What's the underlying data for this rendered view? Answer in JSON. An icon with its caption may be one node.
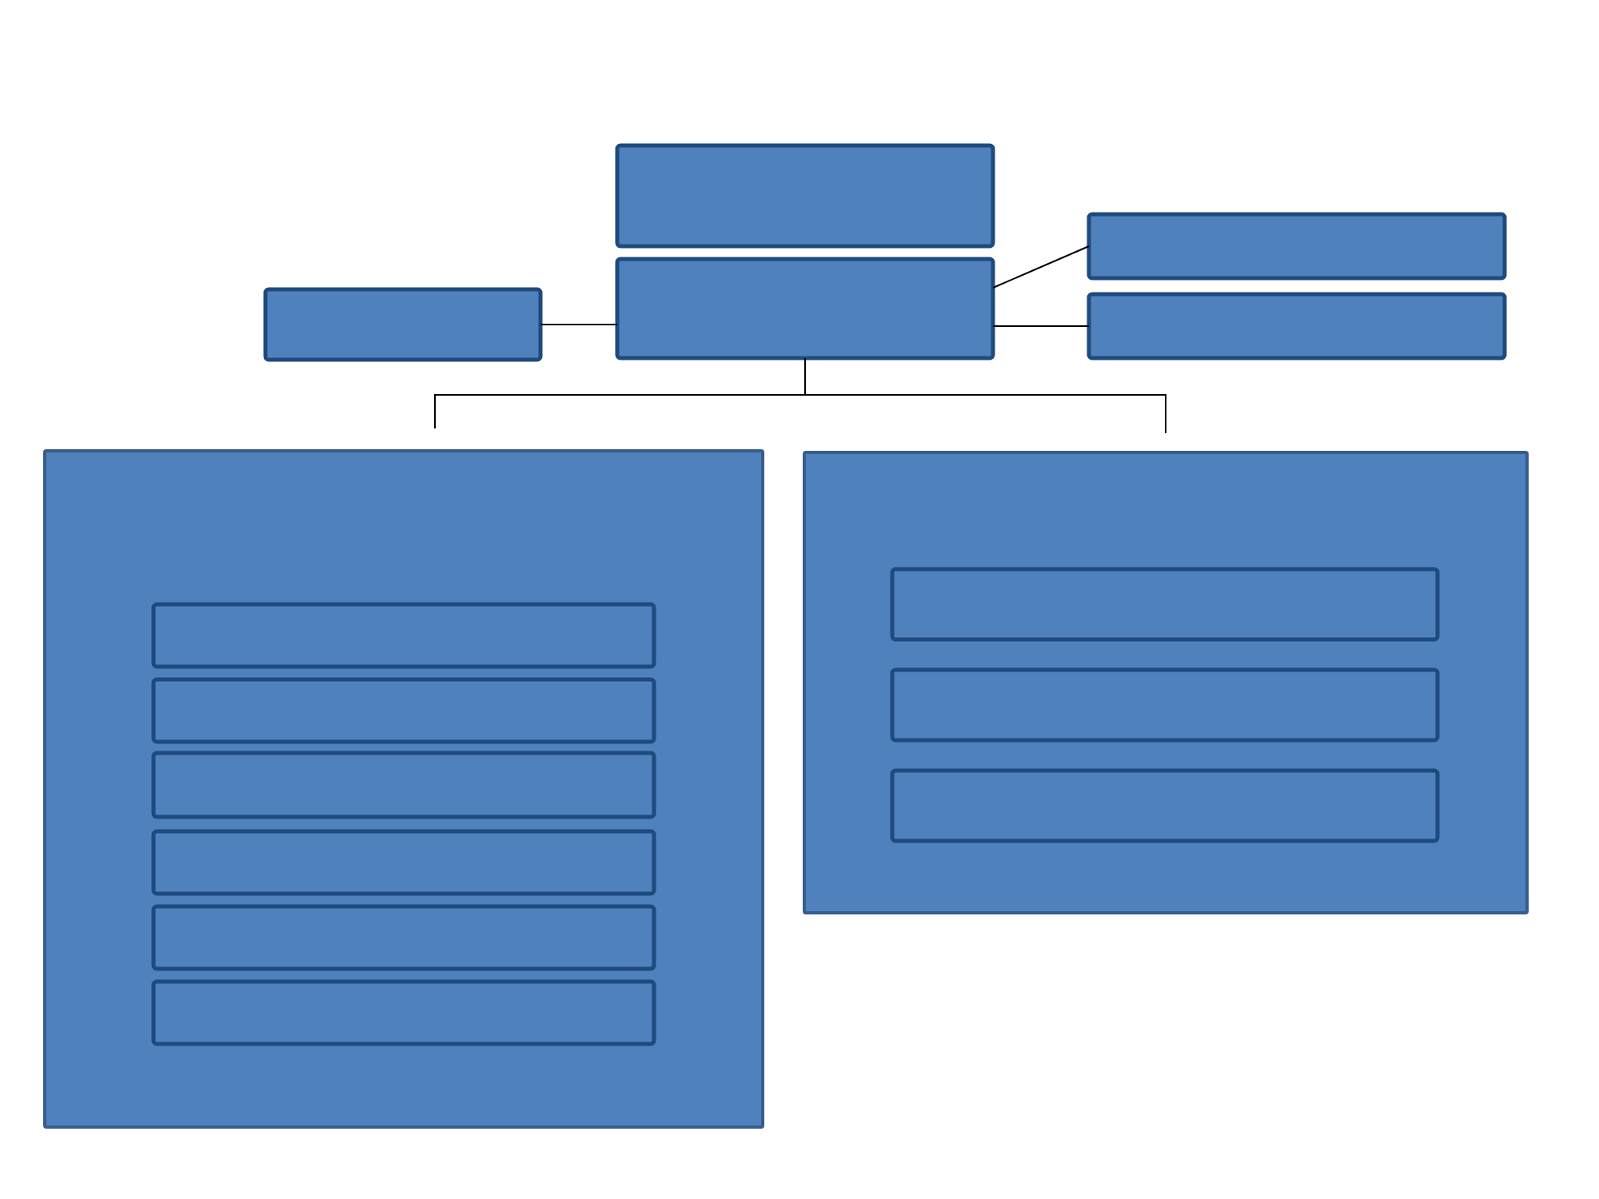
{
  "diagram": {
    "nodes": [
      {
        "text": [],
        "shape": "box"
      },
      {
        "text": [],
        "shape": "box"
      },
      {
        "text": [],
        "shape": "box"
      },
      {
        "text": [],
        "shape": "box"
      },
      {
        "text": [],
        "shape": "box"
      },
      {
        "text": [],
        "shape": "box"
      },
      {
        "text": [],
        "shape": "box",
        "in": 5
      },
      {
        "text": [],
        "shape": "box",
        "in": 5
      },
      {
        "text": [],
        "shape": "box",
        "in": 5
      },
      {
        "text": [],
        "shape": "box",
        "in": 5
      },
      {
        "text": [],
        "shape": "box",
        "in": 5
      },
      {
        "text": [],
        "shape": "box",
        "in": 5
      },
      {
        "text": [],
        "shape": "box"
      },
      {
        "text": [],
        "shape": "box",
        "in": 12
      },
      {
        "text": [],
        "shape": "box",
        "in": 12
      },
      {
        "text": [],
        "shape": "box",
        "in": 12
      }
    ],
    "edges": [
      {
        "from": 1,
        "to": 2,
        "arrow": "none"
      },
      {
        "from": 2,
        "to": 3,
        "arrow": "none"
      },
      {
        "from": 2,
        "to": 4,
        "arrow": "none"
      },
      {
        "from": 2,
        "to": 5,
        "arrow": "none"
      },
      {
        "from": 2,
        "to": 12,
        "arrow": "none"
      }
    ]
  }
}
